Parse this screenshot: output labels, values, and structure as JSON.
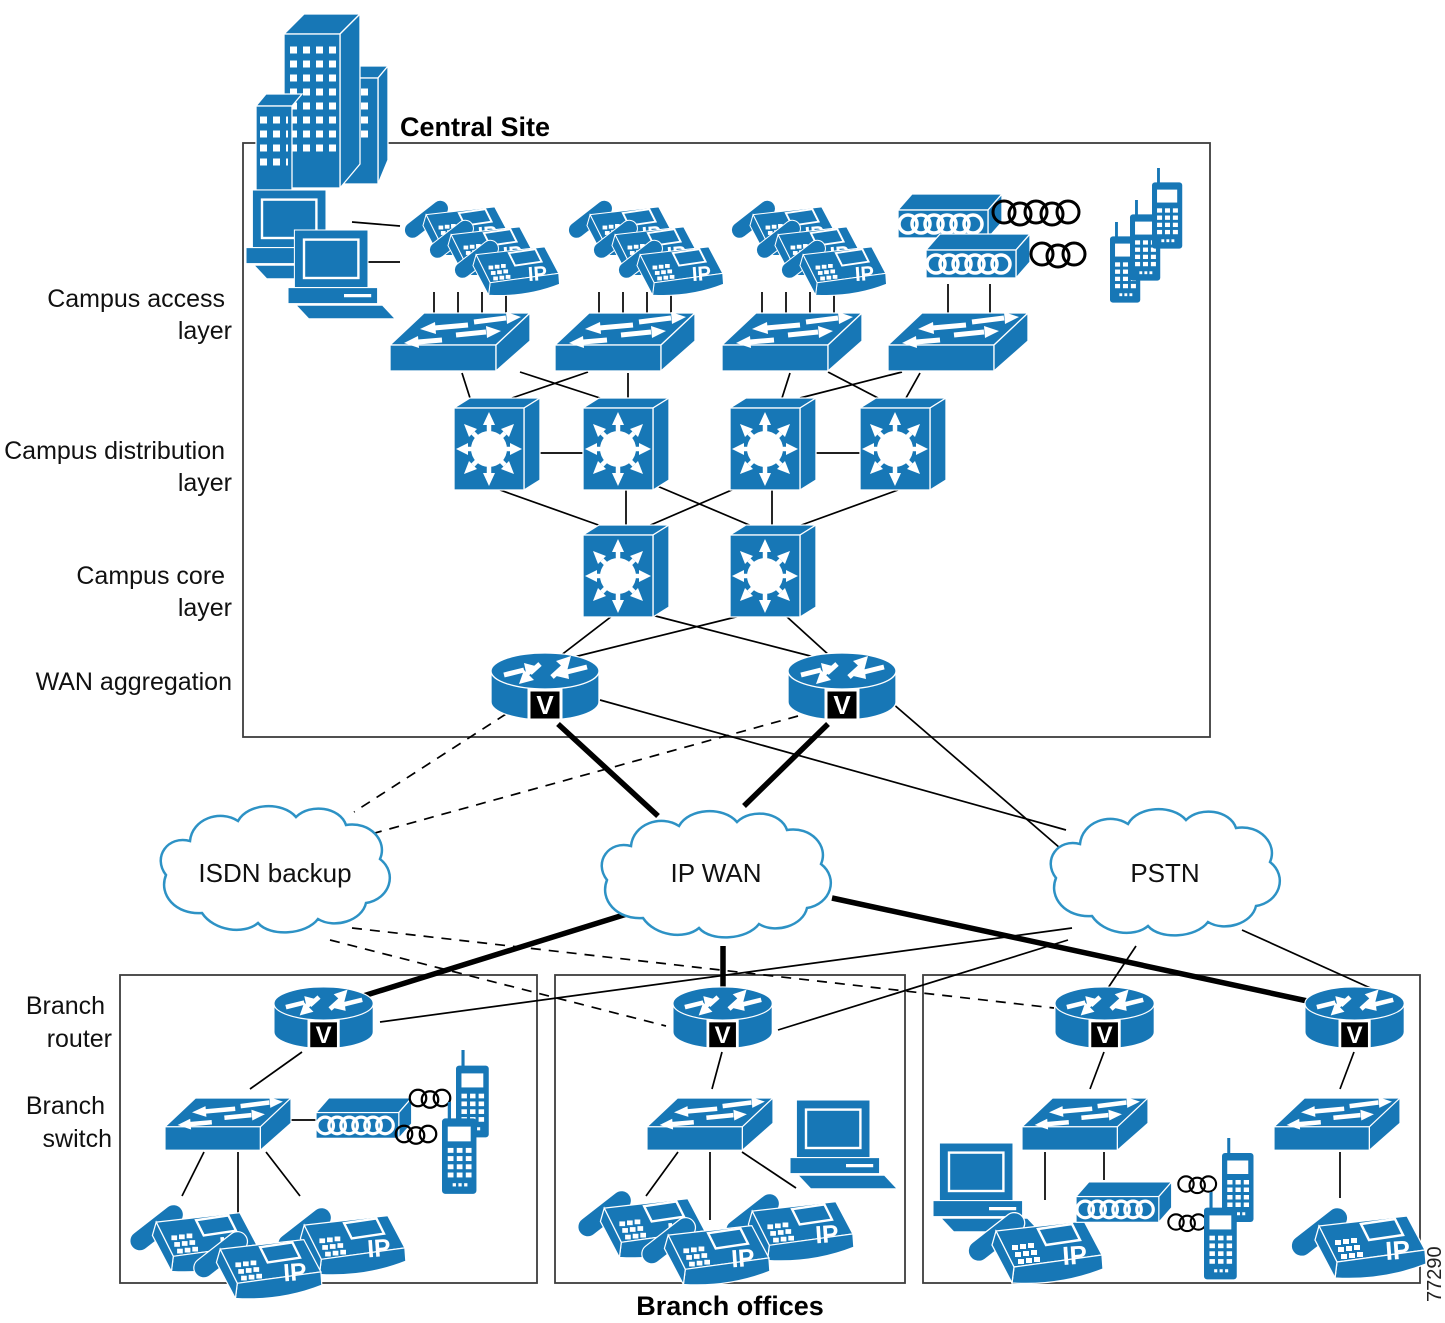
{
  "colors": {
    "device_blue": "#1777b6",
    "cloud_stroke": "#2d92c5",
    "line_black": "#000000"
  },
  "titles": {
    "central_site": "Central Site",
    "branch_offices": "Branch offices",
    "figure_number": "77290"
  },
  "layers": {
    "access_line1": "Campus access",
    "access_line2": "layer",
    "distribution_line1": "Campus distribution",
    "distribution_line2": "layer",
    "core_line1": "Campus core",
    "core_line2": "layer",
    "wan": "WAN aggregation"
  },
  "clouds": {
    "isdn": "ISDN backup",
    "ipwan": "IP WAN",
    "pstn": "PSTN"
  },
  "branch": {
    "router_line1": "Branch",
    "router_line2": "router",
    "switch_line1": "Branch",
    "switch_line2": "switch"
  },
  "badges": {
    "voice": "V",
    "ip_phone": "IP"
  }
}
